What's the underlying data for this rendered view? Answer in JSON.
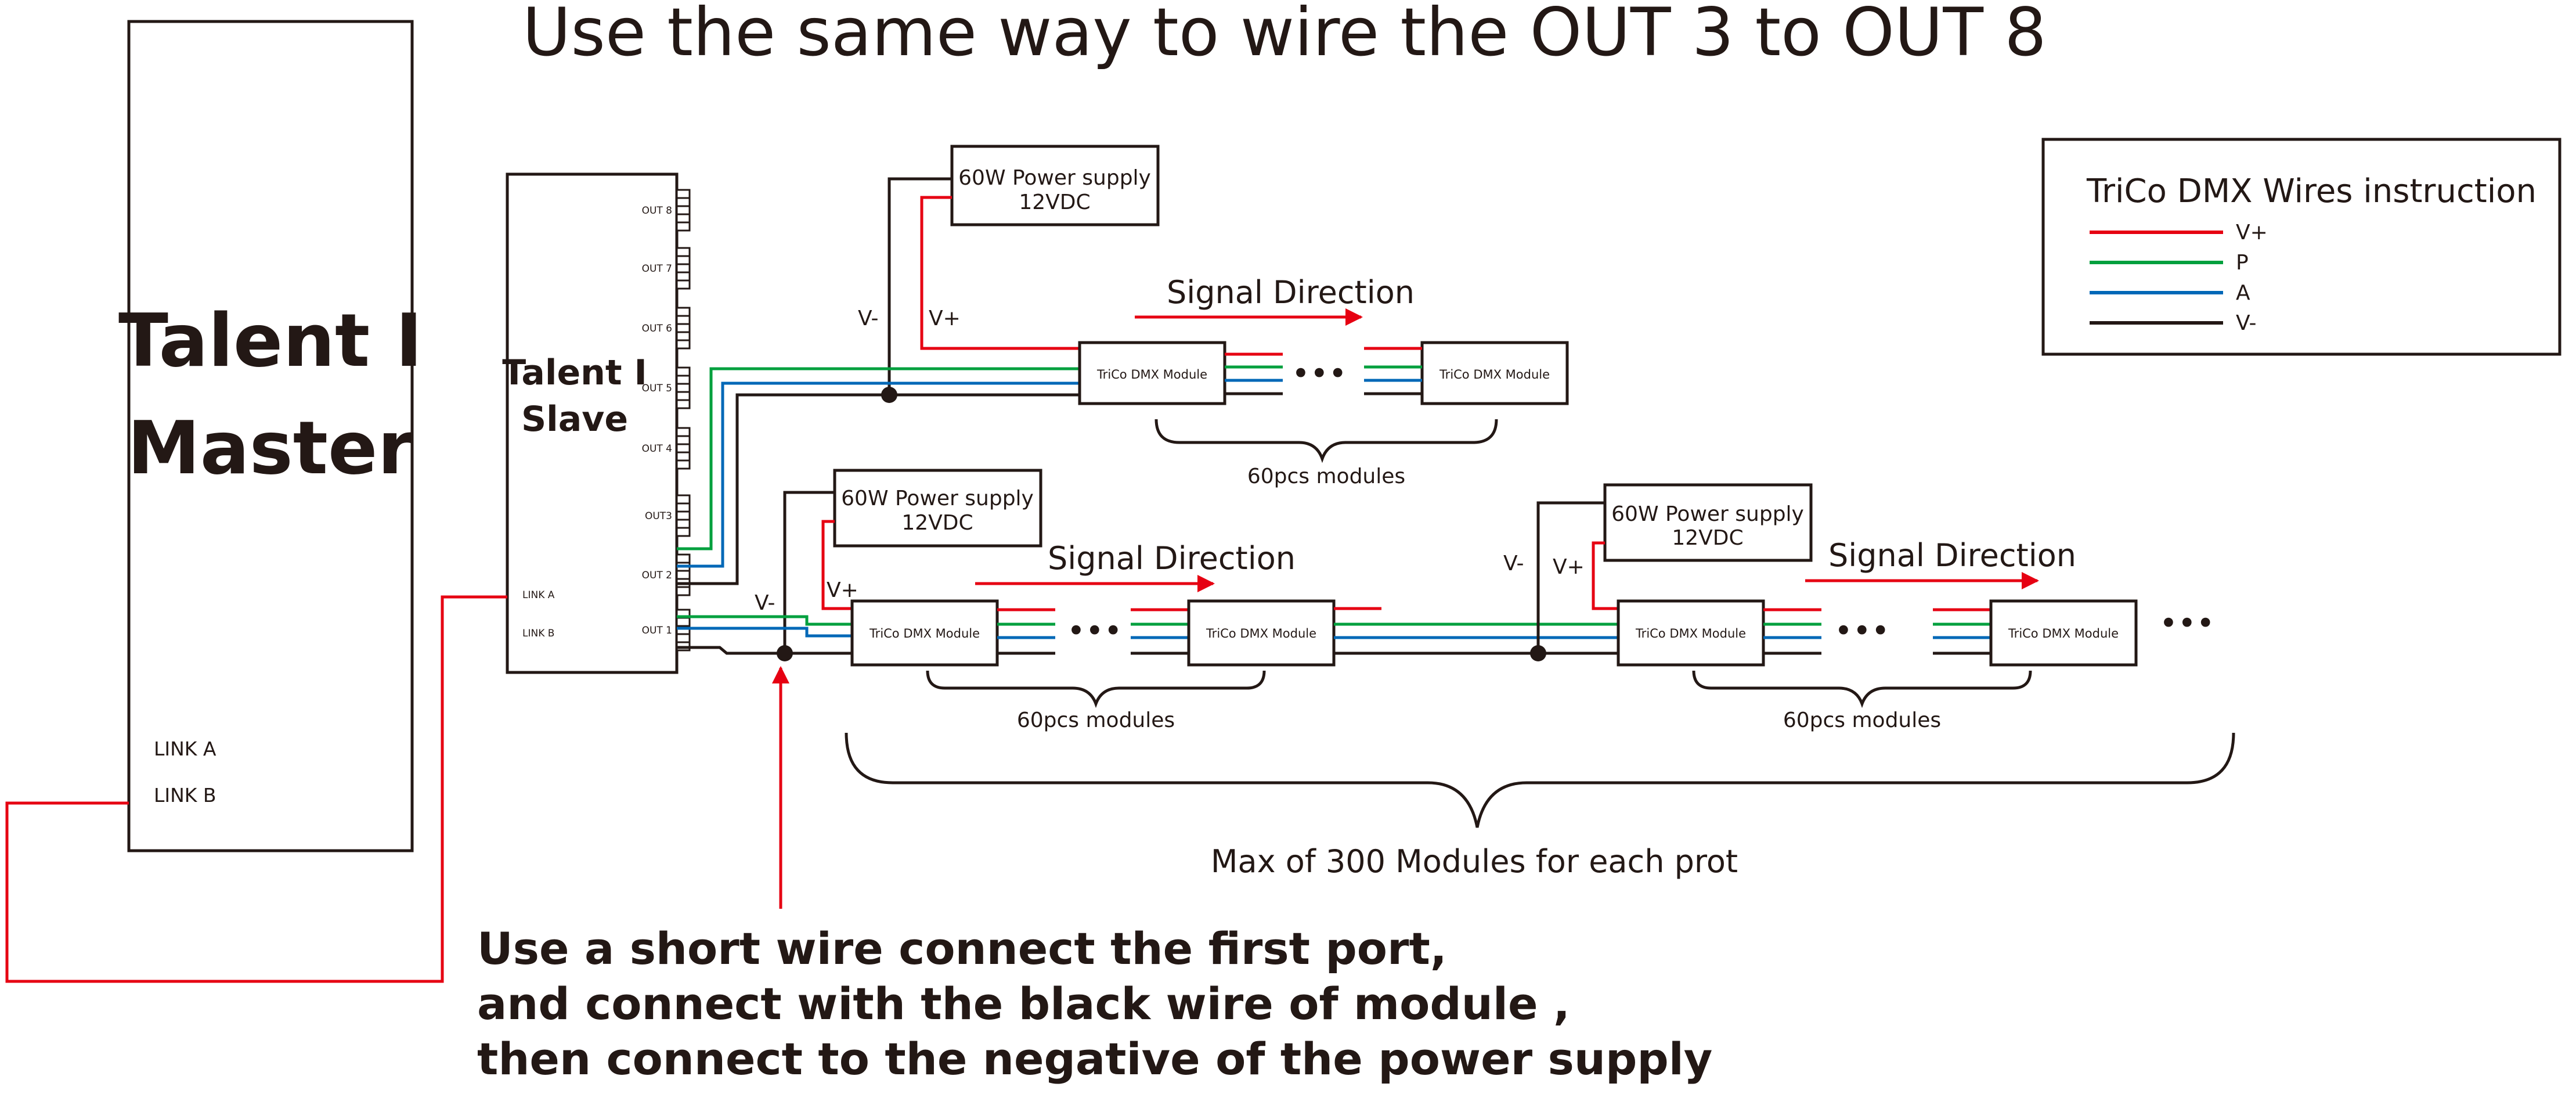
{
  "title": "Use the same way to wire the OUT 3 to OUT 8",
  "master": {
    "line1": "Talent I",
    "line2": "Master",
    "link_a": "LINK A",
    "link_b": "LINK B"
  },
  "slave": {
    "line1": "Talent I",
    "line2": "Slave",
    "link_a": "LINK A",
    "link_b": "LINK B",
    "ports": [
      "OUT 8",
      "OUT 7",
      "OUT 6",
      "OUT 5",
      "OUT 4",
      "OUT3",
      "OUT 2",
      "OUT 1"
    ]
  },
  "power_supply": {
    "line1": "60W Power supply",
    "line2": "12VDC"
  },
  "module_label": "TriCo DMX Module",
  "signal_direction": "Signal Direction",
  "modules_count": "60pcs modules",
  "max_modules": "Max of 300 Modules for each prot",
  "v_minus": "V-",
  "v_plus": "V+",
  "ellipsis": "•••",
  "legend": {
    "title": "TriCo DMX Wires instruction",
    "items": [
      {
        "label": "V+",
        "color": "#e60012"
      },
      {
        "label": "P",
        "color": "#00a03e"
      },
      {
        "label": "A",
        "color": "#0068b7"
      },
      {
        "label": "V-",
        "color": "#231815"
      }
    ]
  },
  "note": {
    "line1": "Use a short wire connect the first port,",
    "line2": "and connect with the black wire of module ,",
    "line3": "then connect to the negative of the power supply"
  },
  "colors": {
    "vplus": "#e60012",
    "p": "#00a03e",
    "a": "#0068b7",
    "vminus": "#231815"
  }
}
